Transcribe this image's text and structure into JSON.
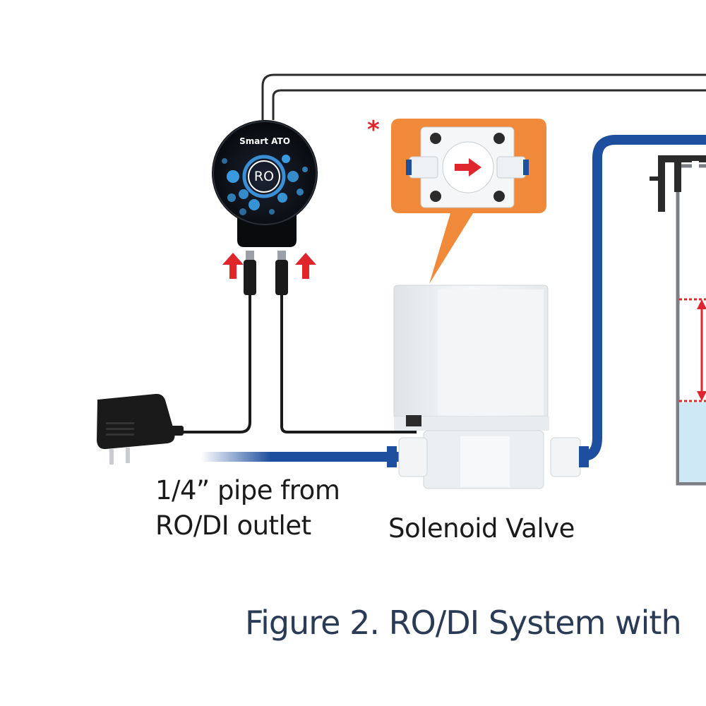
{
  "labels": {
    "pipe_line1": "1/4” pipe from",
    "pipe_line2": "RO/DI outlet",
    "valve": "Solenoid Valve",
    "caption": "Figure 2. RO/DI System with"
  },
  "device": {
    "title": "Smart ATO",
    "badge": "RO"
  },
  "callout": {
    "marker": "*"
  },
  "colors": {
    "pipe_blue": "#1d4f9e",
    "cable_dark": "#2b2b2b",
    "callout_orange": "#f0893a",
    "arrow_red": "#e0262d",
    "caption_text": "#2a3b55"
  }
}
